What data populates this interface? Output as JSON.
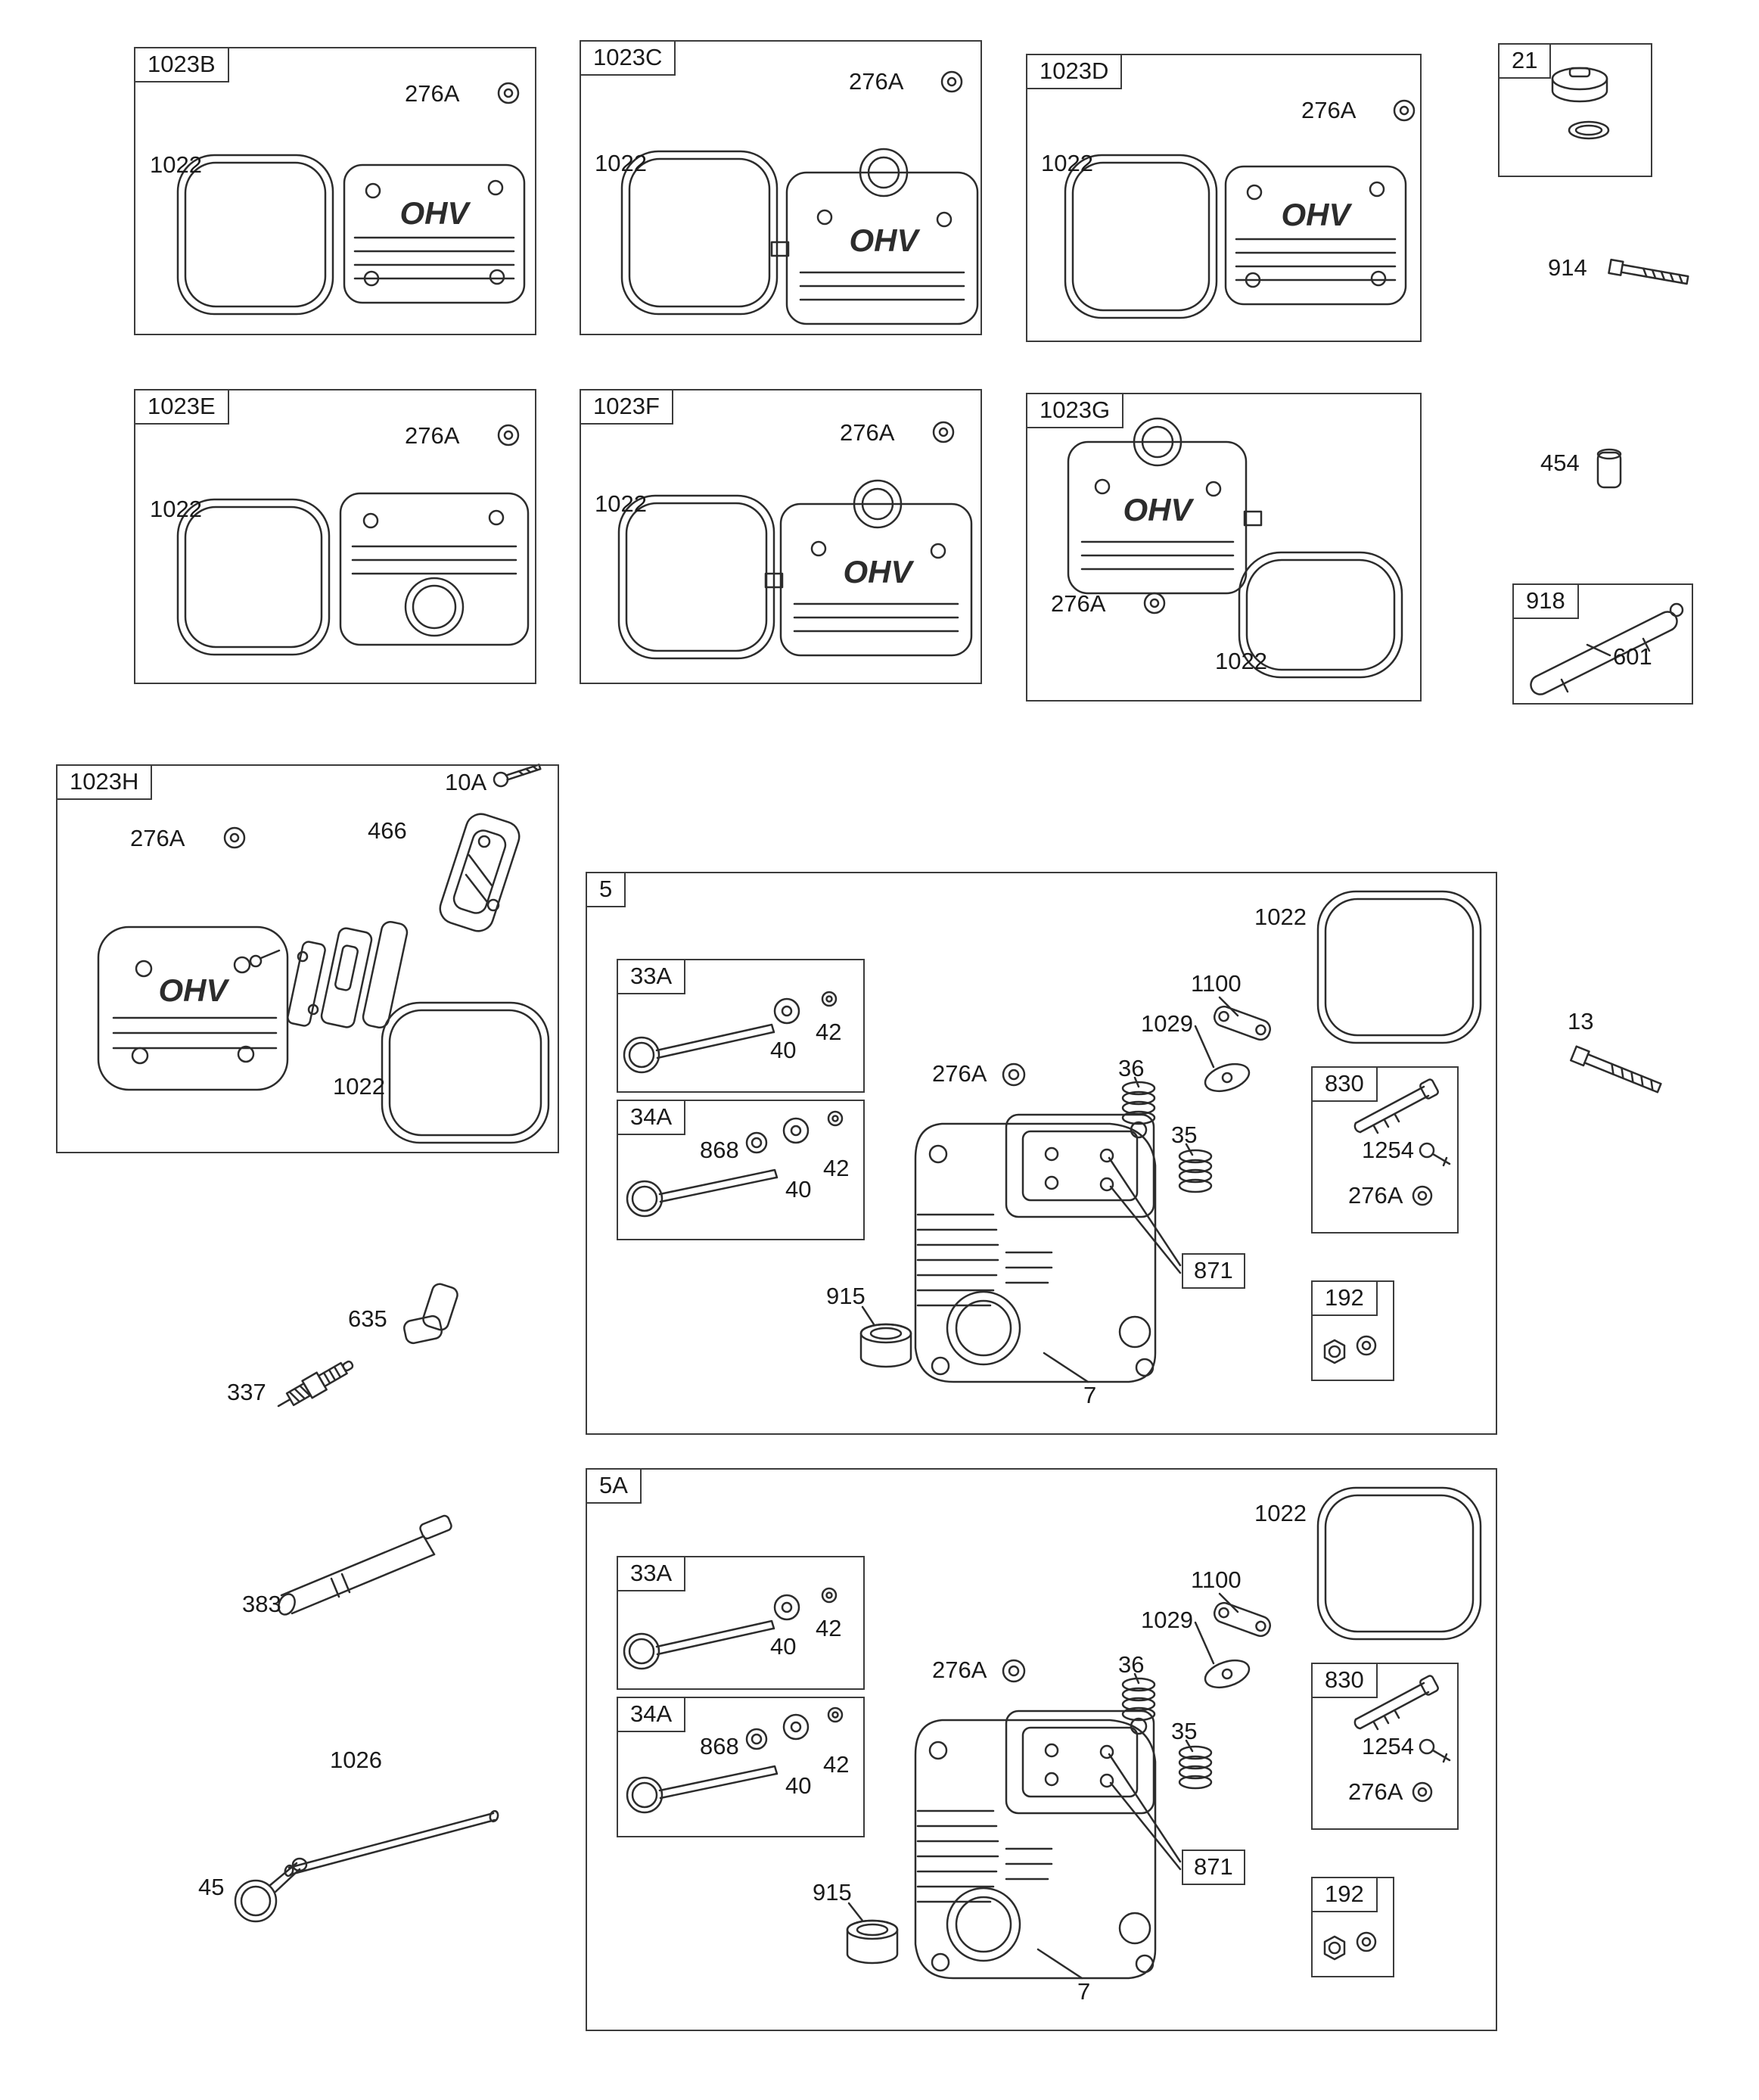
{
  "cover_logo": "OHV",
  "groups": {
    "b1023B": {
      "label": "1023B",
      "p276A": "276A",
      "p1022": "1022"
    },
    "b1023C": {
      "label": "1023C",
      "p276A": "276A",
      "p1022": "1022"
    },
    "b1023D": {
      "label": "1023D",
      "p276A": "276A",
      "p1022": "1022"
    },
    "b21": {
      "label": "21"
    },
    "b1023E": {
      "label": "1023E",
      "p276A": "276A",
      "p1022": "1022"
    },
    "b1023F": {
      "label": "1023F",
      "p276A": "276A",
      "p1022": "1022"
    },
    "b1023G": {
      "label": "1023G",
      "p276A": "276A",
      "p1022": "1022"
    },
    "b918": {
      "label": "918",
      "p601": "601"
    },
    "b1023H": {
      "label": "1023H",
      "p276A": "276A",
      "p10A": "10A",
      "p466": "466",
      "p1022": "1022"
    },
    "b5": {
      "label": "5",
      "p1022": "1022",
      "p276A": "276A",
      "p1100": "1100",
      "p1029": "1029",
      "p36": "36",
      "p35": "35",
      "p871": "871",
      "p915": "915",
      "p7": "7",
      "i33A": {
        "label": "33A",
        "p40": "40",
        "p42": "42"
      },
      "i34A": {
        "label": "34A",
        "p868": "868",
        "p40": "40",
        "p42": "42"
      },
      "i830": {
        "label": "830",
        "p1254": "1254",
        "p276A": "276A"
      },
      "i192": {
        "label": "192"
      }
    },
    "b5A": {
      "label": "5A",
      "p1022": "1022",
      "p276A": "276A",
      "p1100": "1100",
      "p1029": "1029",
      "p36": "36",
      "p35": "35",
      "p871": "871",
      "p915": "915",
      "p7": "7",
      "i33A": {
        "label": "33A",
        "p40": "40",
        "p42": "42"
      },
      "i34A": {
        "label": "34A",
        "p868": "868",
        "p40": "40",
        "p42": "42"
      },
      "i830": {
        "label": "830",
        "p1254": "1254",
        "p276A": "276A"
      },
      "i192": {
        "label": "192"
      }
    }
  },
  "loose": {
    "p914": "914",
    "p454": "454",
    "p13": "13",
    "p635": "635",
    "p337": "337",
    "p383": "383",
    "p1026": "1026",
    "p45": "45"
  }
}
